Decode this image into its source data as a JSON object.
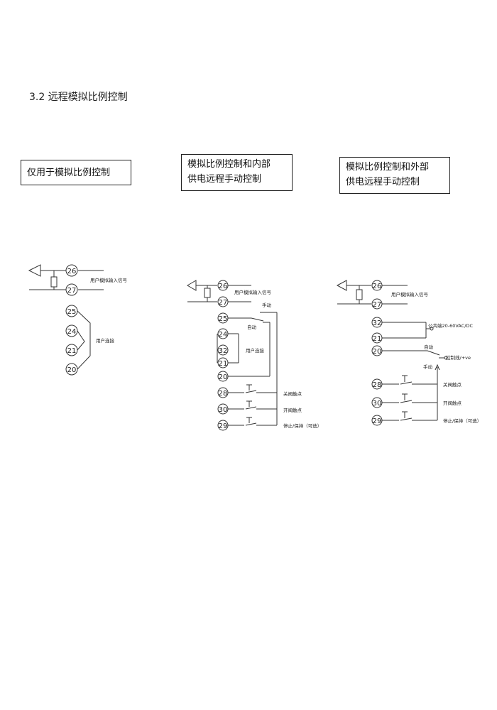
{
  "heading": "3.2  远程模拟比例控制",
  "boxes": {
    "b1": {
      "line1": "仅用于模拟比例控制"
    },
    "b2": {
      "line1": "模拟比例控制和内部",
      "line2": "供电远程手动控制"
    },
    "b3": {
      "line1": "模拟比例控制和外部",
      "line2": "供电远程手动控制"
    }
  },
  "diagram1": {
    "terminals": [
      "26",
      "27",
      "25",
      "24",
      "21",
      "20"
    ],
    "input_label": "用户模拟输入信号",
    "link_label": "用户连接"
  },
  "diagram2": {
    "terminals": [
      "26",
      "27",
      "25",
      "24",
      "32",
      "21",
      "20",
      "28",
      "30",
      "29"
    ],
    "input_label": "用户模拟输入信号",
    "manual_label": "手动",
    "auto_label": "自动",
    "link_label": "用户连接",
    "close_label": "关阀触点",
    "open_label": "开阀触点",
    "stop_label": "停止/保持（可选）"
  },
  "diagram3": {
    "terminals": [
      "26",
      "27",
      "32",
      "21",
      "20",
      "28",
      "30",
      "29"
    ],
    "input_label": "用户模拟输入信号",
    "common_label": "公共端20-60VAC/DC",
    "auto_label": "自动",
    "control_label": "控制线/+ve",
    "manual_label": "手动",
    "close_label": "关阀触点",
    "open_label": "开阀触点",
    "stop_label": "停止/保持（可选）"
  }
}
